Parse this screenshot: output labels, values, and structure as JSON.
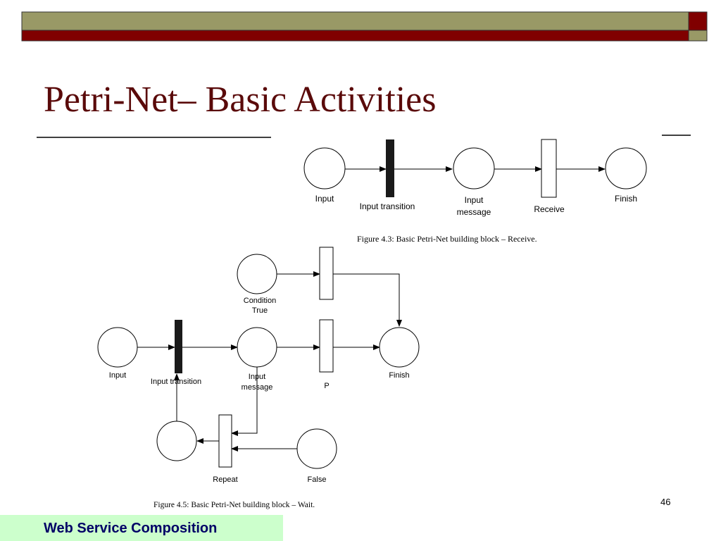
{
  "slide": {
    "title": "Petri-Net– Basic Activities",
    "page_number": "46",
    "footer": "Web Service Composition",
    "colors": {
      "olive": "#999966",
      "maroon": "#800000",
      "title": "#5a0a0a",
      "footer_bg": "#ccffcc",
      "footer_text": "#000066"
    }
  },
  "figure_receive": {
    "caption": "Figure 4.3: Basic Petri-Net building block – Receive.",
    "labels": {
      "input": "Input",
      "input_transition": "Input transition",
      "input_message_1": "Input",
      "input_message_2": "message",
      "receive": "Receive",
      "finish": "Finish"
    }
  },
  "figure_wait": {
    "caption": "Figure 4.5: Basic Petri-Net building block – Wait.",
    "labels": {
      "condition_1": "Condition",
      "condition_2": "True",
      "input": "Input",
      "input_transition": "Input transition",
      "input_message_1": "Input",
      "input_message_2": "message",
      "p": "P",
      "finish": "Finish",
      "repeat": "Repeat",
      "false": "False"
    }
  }
}
